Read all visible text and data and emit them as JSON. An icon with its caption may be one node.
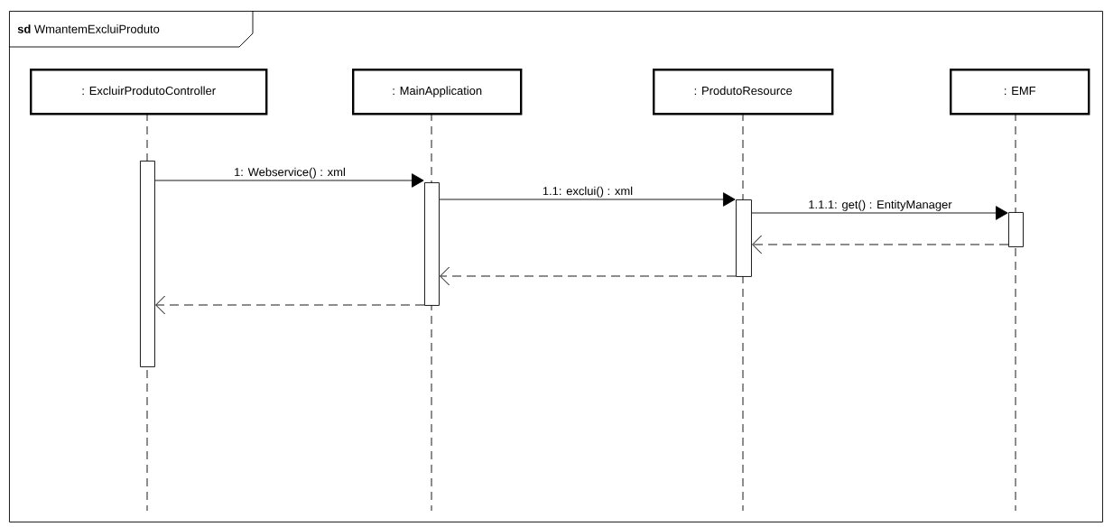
{
  "diagram": {
    "nodes": [
      {
        "text": [
          "**sd** WmantemExcluiProduto"
        ]
      },
      {
        "text": [
          ": ExcluirProdutoController"
        ],
        "in": 0
      },
      {
        "text": [
          ": MainApplication"
        ],
        "in": 0
      },
      {
        "text": [
          ": ProdutoResource"
        ],
        "in": 0
      },
      {
        "text": [
          ": EMF"
        ],
        "in": 0
      },
      {
        "text": [],
        "shape": "bar",
        "in": 0
      },
      {
        "text": [],
        "shape": "bar",
        "in": 0
      },
      {
        "text": [],
        "shape": "bar",
        "in": 0
      },
      {
        "text": [],
        "shape": "bar",
        "in": 0
      }
    ],
    "edges": [
      {
        "from": 5,
        "to": 6,
        "arrow": "to",
        "label": "1: Webservice() : xml"
      },
      {
        "from": 6,
        "to": 7,
        "arrow": "to",
        "label": "1.1: exclui() : xml"
      },
      {
        "from": 7,
        "to": 8,
        "arrow": "to",
        "label": "1.1.1: get() : EntityManager"
      },
      {
        "from": 8,
        "to": 7,
        "arrow": "to",
        "style": "dashed"
      },
      {
        "from": 7,
        "to": 6,
        "arrow": "to",
        "style": "dashed"
      },
      {
        "from": 6,
        "to": 5,
        "arrow": "to",
        "style": "dashed"
      }
    ]
  }
}
